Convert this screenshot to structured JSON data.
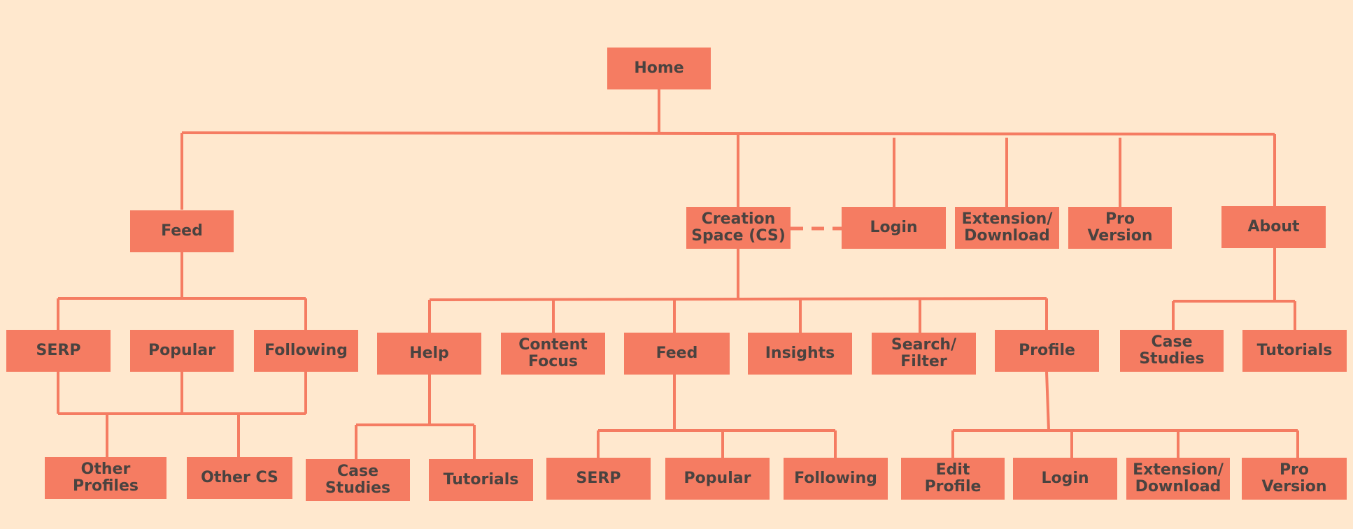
{
  "colors": {
    "background": "#FFE8CE",
    "box": "#F57C62",
    "line": "#F57C62",
    "text": "#4A4340"
  },
  "nodes": {
    "home": "Home",
    "feed": "Feed",
    "creation_space": "Creation\nSpace (CS)",
    "login": "Login",
    "extension_download": "Extension/\nDownload",
    "pro_version": "Pro\nVersion",
    "about": "About",
    "feed_serp": "SERP",
    "feed_popular": "Popular",
    "feed_following": "Following",
    "other_profiles": "Other\nProfiles",
    "other_cs": "Other CS",
    "cs_help": "Help",
    "cs_content_focus": "Content\nFocus",
    "cs_feed": "Feed",
    "cs_insights": "Insights",
    "cs_search_filter": "Search/\nFilter",
    "cs_profile": "Profile",
    "help_case_studies": "Case\nStudies",
    "help_tutorials": "Tutorials",
    "cs_feed_serp": "SERP",
    "cs_feed_popular": "Popular",
    "cs_feed_following": "Following",
    "profile_edit": "Edit\nProfile",
    "profile_login": "Login",
    "profile_extension_download": "Extension/\nDownload",
    "profile_pro_version": "Pro\nVersion",
    "about_case_studies": "Case\nStudies",
    "about_tutorials": "Tutorials"
  }
}
